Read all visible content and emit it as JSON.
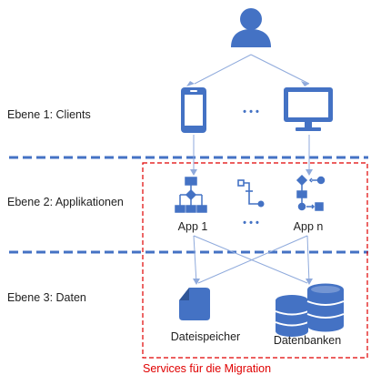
{
  "layers": [
    {
      "label": "Ebene 1: Clients"
    },
    {
      "label": "Ebene 2: Applikationen"
    },
    {
      "label": "Ebene 3: Daten"
    }
  ],
  "apps": {
    "first_label": "App 1",
    "last_label": "App n",
    "ellipsis": "• • •"
  },
  "clients": {
    "ellipsis": "• • •"
  },
  "data": {
    "file_storage_label": "Dateispeicher",
    "databases_label": "Datenbanken"
  },
  "migration": {
    "label": "Services für die Migration"
  },
  "colors": {
    "icon_blue": "#4472C4",
    "divider_blue": "#4472C4",
    "line_blue": "#8FAADC",
    "migration_red": "#E00000",
    "text": "#222222"
  }
}
